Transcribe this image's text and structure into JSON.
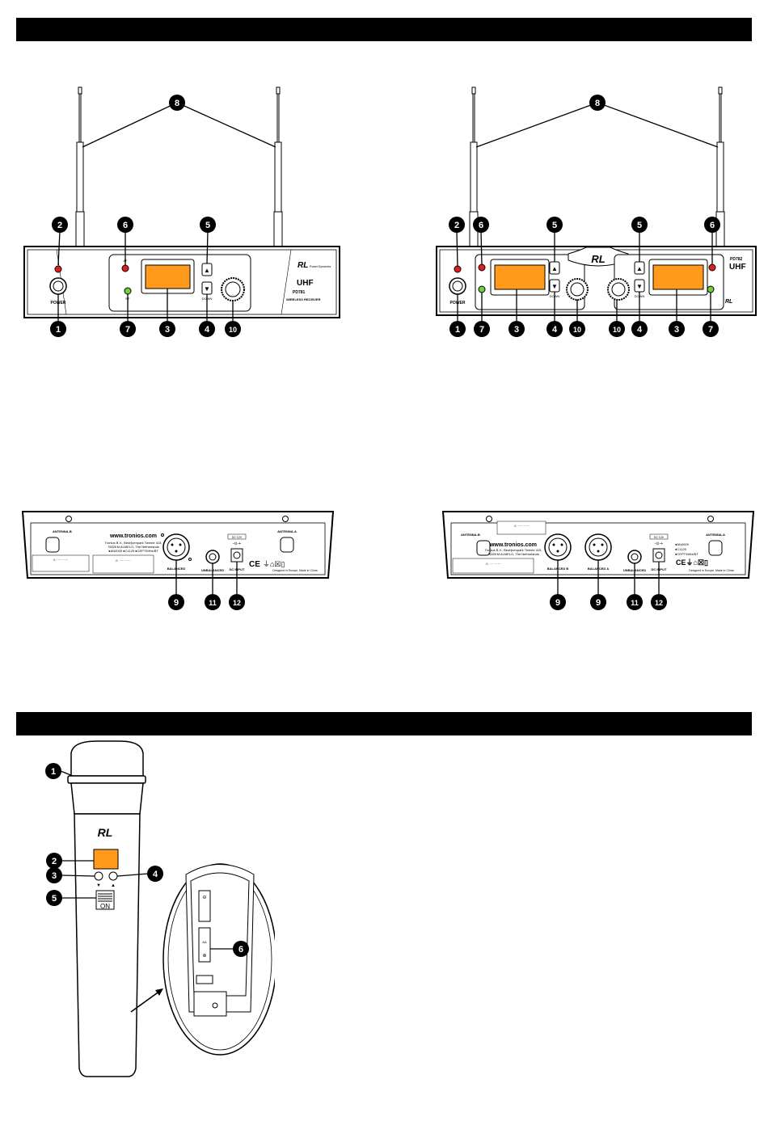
{
  "receiver_single": {
    "brand_text": "Power Dynamics",
    "uhf": "UHF",
    "model": "PD781",
    "subtitle": "WIRELESS RECEIVER",
    "power_label": "POWER",
    "down_label": "DOWN",
    "af_label": "AF",
    "rf_label": "RF",
    "callouts": [
      "8",
      "2",
      "6",
      "5",
      "1",
      "7",
      "3",
      "4",
      "10"
    ]
  },
  "receiver_dual": {
    "model": "PD782",
    "uhf": "UHF",
    "power_label": "POWER",
    "down_label": "DOWN",
    "callouts": [
      "8",
      "2",
      "6",
      "5",
      "5",
      "6",
      "1",
      "7",
      "3",
      "4",
      "10",
      "10",
      "4",
      "3",
      "7"
    ]
  },
  "rear_single": {
    "website": "www.tronios.com",
    "antenna_b": "ANTENNA-B",
    "antenna_a": "ANTENNA-A",
    "balanced": "BALANCED",
    "unbalanced": "UNBALANCED",
    "dc_input": "DC INPUT",
    "dc_rating": "DC 12V",
    "address1": "Tronios B.V., Bedrijvenpark Twente 415,",
    "address2": "7602KM ALMELO, The Netherlands",
    "certs": "●AN4009 ●C1125 ●CEPT/MHz/BT",
    "made": "Designed in Europe, Made in China",
    "callouts": [
      "9",
      "11",
      "12"
    ]
  },
  "rear_dual": {
    "website": "www.tronios.com",
    "antenna_b": "ANTENNA-B",
    "antenna_a": "ANTENNA-A",
    "balanced_b": "BALANCED B",
    "balanced_a": "BALANCED A",
    "unbalanced": "UNBALANCED",
    "dc_input": "DC INPUT",
    "dc_rating": "DC 12V",
    "address1": "Tronios B.V., Bedrijvenpark Twente 415,",
    "address2": "7602KM ALMELO, The Netherlands",
    "cert1": "●AN4009",
    "cert2": "●C1125",
    "cert3": "●CEPT/MHz/BT",
    "made": "Designed in Europe, Made in China",
    "callouts": [
      "9",
      "9",
      "11",
      "12"
    ]
  },
  "microphone": {
    "on_label": "ON",
    "down_arrow": "▼",
    "up_arrow": "▲",
    "battery_plus": "⊕",
    "battery_minus": "⊖",
    "battery_type": "AA",
    "callouts": [
      "1",
      "2",
      "3",
      "4",
      "5",
      "6"
    ]
  },
  "colors": {
    "display_orange": "#ff9a1c",
    "af_led_red": "#e02020",
    "rf_led_green": "#6fcf3f",
    "callout_fill": "#000000"
  }
}
